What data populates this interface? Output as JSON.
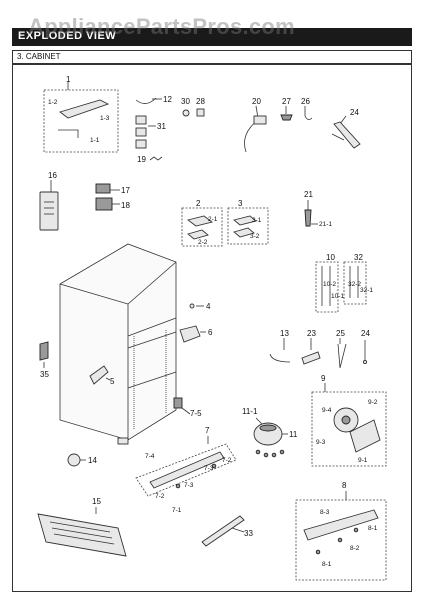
{
  "watermark": "AppliancePartsPros.com",
  "header": {
    "title": "EXPLODED VIEW"
  },
  "section": {
    "title": "3. CABINET"
  },
  "labels": {
    "p1": "1",
    "p1_2": "1-2",
    "p1_3": "1-3",
    "p1_1": "1-1",
    "p12": "12",
    "p30": "30",
    "p28": "28",
    "p31": "31",
    "p19": "19",
    "p20": "20",
    "p27": "27",
    "p26": "26",
    "p24a": "24",
    "p16": "16",
    "p17": "17",
    "p18": "18",
    "p2": "2",
    "p2_1": "2-1",
    "p2_2": "2-2",
    "p3": "3",
    "p3_1": "3-1",
    "p3_2": "3-2",
    "p21": "21",
    "p21_1": "21-1",
    "p10": "10",
    "p10_2": "10-2",
    "p10_1": "10-1",
    "p32": "32",
    "p32_2": "32-2",
    "p32_1": "32-1",
    "p4": "4",
    "p6": "6",
    "p35": "35",
    "p5": "5",
    "p13": "13",
    "p23": "23",
    "p25": "25",
    "p24b": "24",
    "p9": "9",
    "p9_4": "9-4",
    "p9_2": "9-2",
    "p9_3": "9-3",
    "p9_1": "9-1",
    "p7_5": "7-5",
    "p11_1": "11-1",
    "p11": "11",
    "p14": "14",
    "p7": "7",
    "p7_4": "7-4",
    "p7_2a": "7-2",
    "p7_3a": "7-3",
    "p7_3b": "7-3",
    "p7_2b": "7-2",
    "p7_1": "7-1",
    "p15": "15",
    "p33": "33",
    "p8": "8",
    "p8_3": "8-3",
    "p8_1a": "8-1",
    "p8_2": "8-2",
    "p8_1b": "8-1"
  }
}
